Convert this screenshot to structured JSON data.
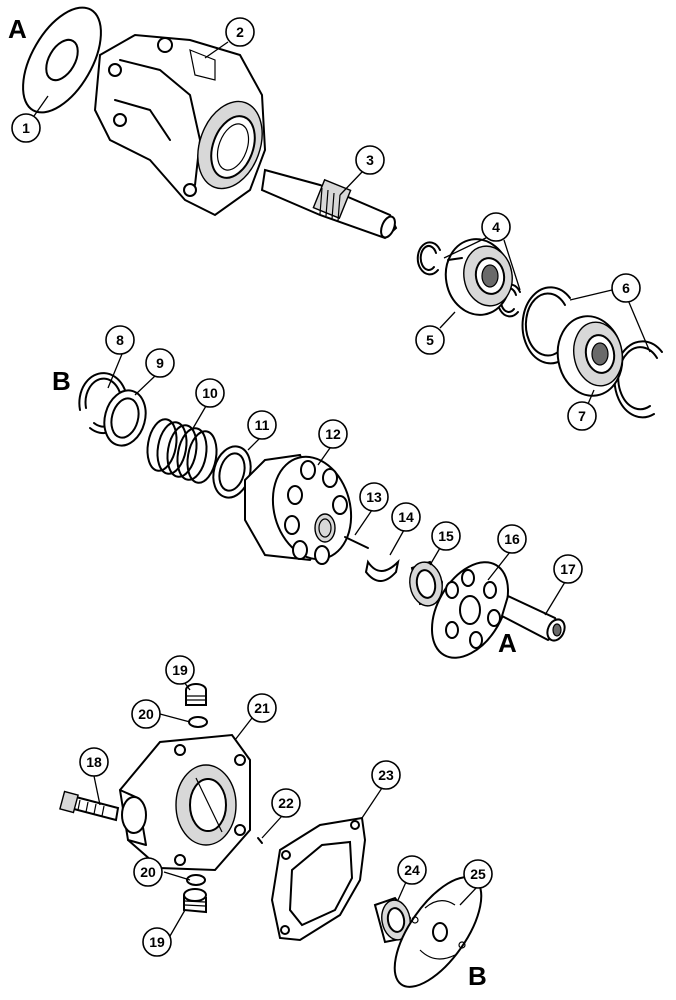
{
  "letters": {
    "a_top": "A",
    "b_mid": "B",
    "a_mid": "A",
    "b_bottom": "B"
  },
  "callouts": [
    "1",
    "2",
    "3",
    "4",
    "5",
    "6",
    "7",
    "8",
    "9",
    "10",
    "11",
    "12",
    "13",
    "14",
    "15",
    "16",
    "17",
    "18",
    "19",
    "20",
    "20",
    "19",
    "21",
    "22",
    "23",
    "24",
    "25"
  ]
}
